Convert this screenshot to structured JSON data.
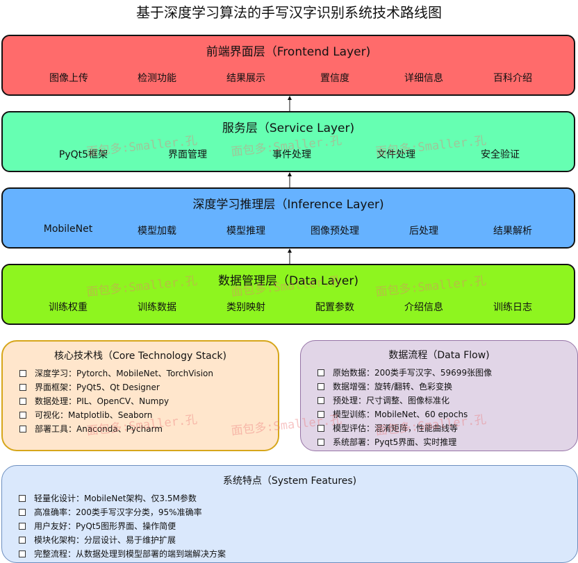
{
  "title": "基于深度学习算法的手写汉字识别系统技术路线图",
  "layers": {
    "frontend": {
      "title": "前端界面层（Frontend Layer)",
      "items": [
        "图像上传",
        "检测功能",
        "结果展示",
        "置信度",
        "详细信息",
        "百科介绍"
      ]
    },
    "service": {
      "title": "服务层（Service Layer)",
      "items": [
        "PyQt5框架",
        "界面管理",
        "事件处理",
        "文件处理",
        "安全验证"
      ]
    },
    "inference": {
      "title": "深度学习推理层（Inference Layer)",
      "items": [
        "MobileNet",
        "模型加载",
        "模型推理",
        "图像预处理",
        "后处理",
        "结果解析"
      ]
    },
    "data": {
      "title": "数据管理层（Data Layer)",
      "items": [
        "训练权重",
        "训练数据",
        "类别映射",
        "配置参数",
        "介绍信息",
        "训练日志"
      ]
    }
  },
  "core_tech": {
    "title": "核心技术栈（Core Technology Stack)",
    "items": [
      "深度学习：Pytorch、MobileNet、TorchVision",
      "界面框架：PyQt5、Qt Designer",
      "数据处理：PIL、OpenCV、Numpy",
      "可视化：Matplotlib、Seaborn",
      "部署工具：Anaconda、Pycharm"
    ]
  },
  "data_flow": {
    "title": "数据流程（Data Flow)",
    "items": [
      "原始数据：200类手写汉字、59699张图像",
      "数据增强：旋转/翻转、色彩变换",
      "预处理：尺寸调整、图像标准化",
      "模型训练：MobileNet、60 epochs",
      "模型评估：混淆矩阵，性能曲线等",
      "系统部署：Pyqt5界面、实时推理"
    ]
  },
  "features": {
    "title": "系统特点（System Features)",
    "items": [
      "轻量化设计：MobileNet架构、仅3.5M参数",
      "高准确率：200类手写汉字分类，95%准确率",
      "用户友好：PyQt5图形界面、操作简便",
      "模块化架构：分层设计、易于维护扩展",
      "完整流程：从数据处理到模型部署的端到端解决方案"
    ]
  },
  "watermark": "面包多:Smaller.孔",
  "colors": {
    "frontend": "#ff6b6b",
    "service": "#66ffb2",
    "inference": "#66b2ff",
    "data": "#8ef51f",
    "core_tech_bg": "#ffe6cc",
    "data_flow_bg": "#e1d5e7",
    "features_bg": "#dae8fc"
  }
}
